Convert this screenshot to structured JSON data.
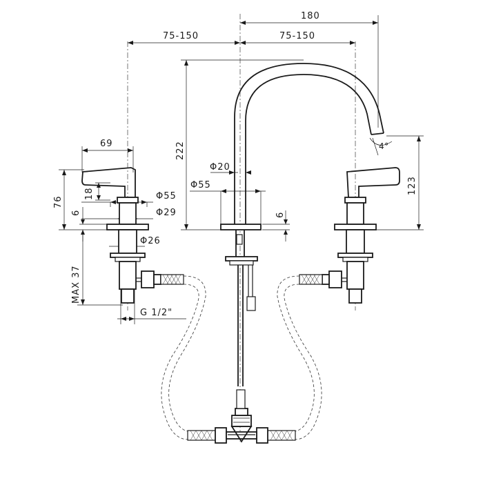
{
  "dimensions": {
    "total_width": "180",
    "left_spacing": "75-150",
    "right_spacing": "75-150",
    "handle_width": "69",
    "height_222": "222",
    "height_123": "123",
    "height_76": "76",
    "height_18": "18",
    "height_6_left": "6",
    "height_6_center": "6",
    "diam_20": "Φ20",
    "diam_55_center": "Φ55",
    "diam_55_left": "Φ55",
    "diam_29": "Φ29",
    "diam_26": "Φ26",
    "max_37": "MAX 37",
    "thread": "G 1/2\"",
    "angle": "4°"
  }
}
